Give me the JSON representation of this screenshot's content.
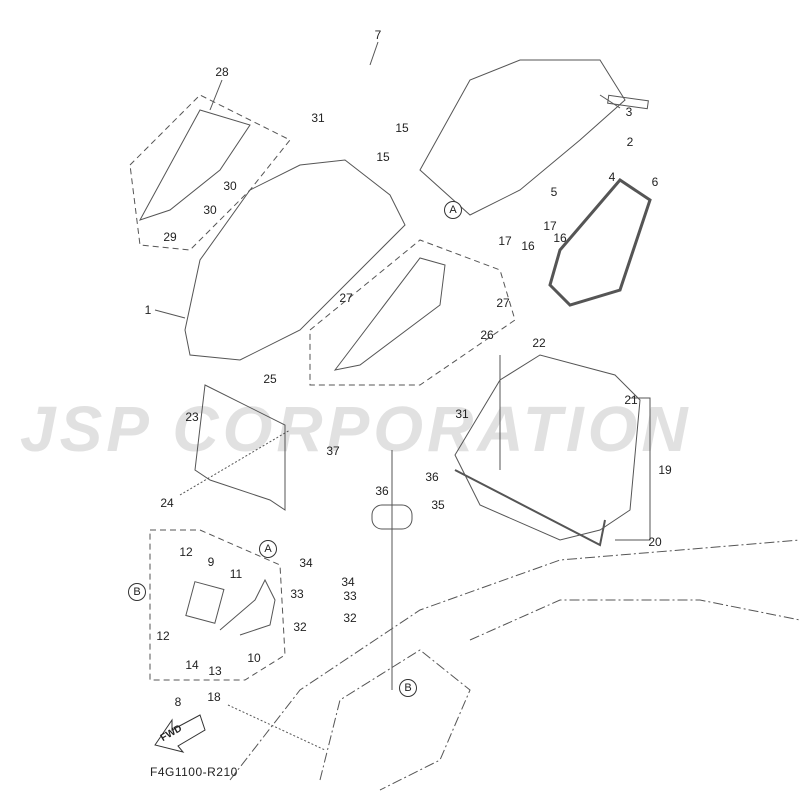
{
  "diagram": {
    "watermark": "JSP CORPORATION",
    "drawing_code": "F4G1100-R210",
    "direction_arrow": "FWD",
    "ref_circles": [
      "A",
      "A",
      "B",
      "B"
    ],
    "callouts": [
      "28",
      "7",
      "3",
      "31",
      "15",
      "15",
      "2",
      "4",
      "6",
      "30",
      "30",
      "5",
      "17",
      "16",
      "17",
      "16",
      "29",
      "27",
      "27",
      "1",
      "26",
      "22",
      "25",
      "31",
      "21",
      "23",
      "19",
      "37",
      "36",
      "36",
      "35",
      "24",
      "20",
      "12",
      "9",
      "11",
      "34",
      "34",
      "33",
      "33",
      "12",
      "32",
      "32",
      "10",
      "14",
      "13",
      "8",
      "18"
    ]
  },
  "colors": {
    "line": "#555555",
    "watermark": "#aaaaaa"
  }
}
